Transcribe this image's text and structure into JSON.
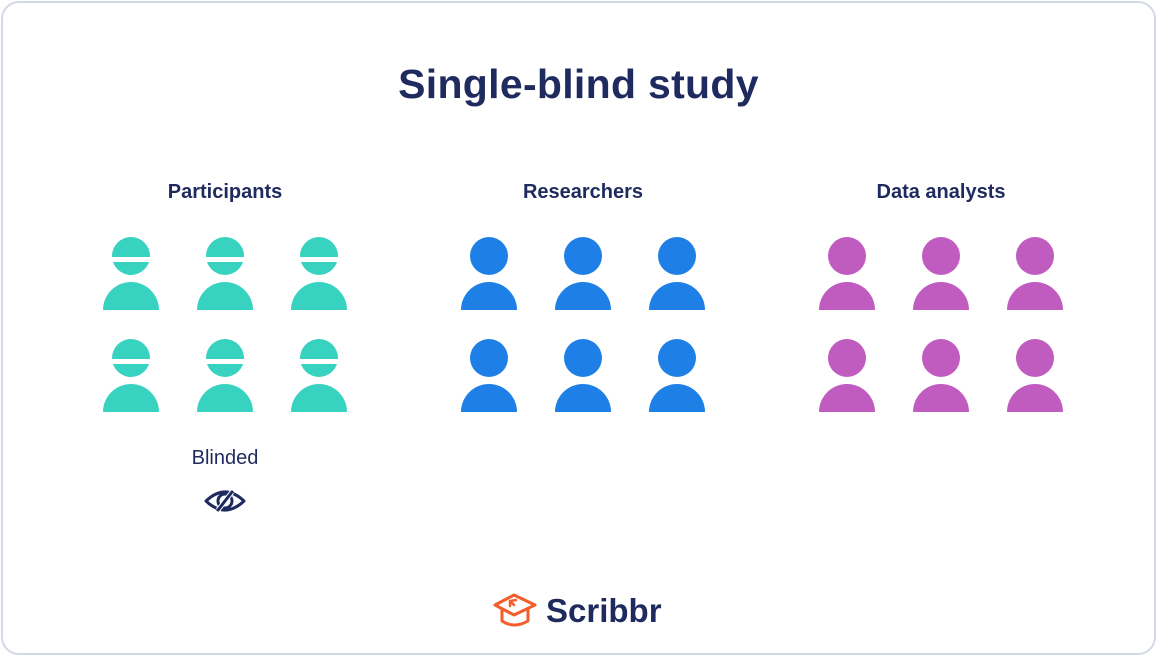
{
  "title": "Single-blind study",
  "groups": [
    {
      "label": "Participants",
      "color": "#38d3c0",
      "blinded": true,
      "count": 6
    },
    {
      "label": "Researchers",
      "color": "#1e80e6",
      "blinded": false,
      "count": 6
    },
    {
      "label": "Data analysts",
      "color": "#c05cbf",
      "blinded": false,
      "count": 6
    }
  ],
  "blinded_label": "Blinded",
  "icons": {
    "blinded": "eye-slash-icon",
    "logo": "graduation-cap-icon"
  },
  "brand": {
    "name": "Scribbr",
    "color": "#f25d2a"
  },
  "colors": {
    "text": "#1f2a5e"
  }
}
